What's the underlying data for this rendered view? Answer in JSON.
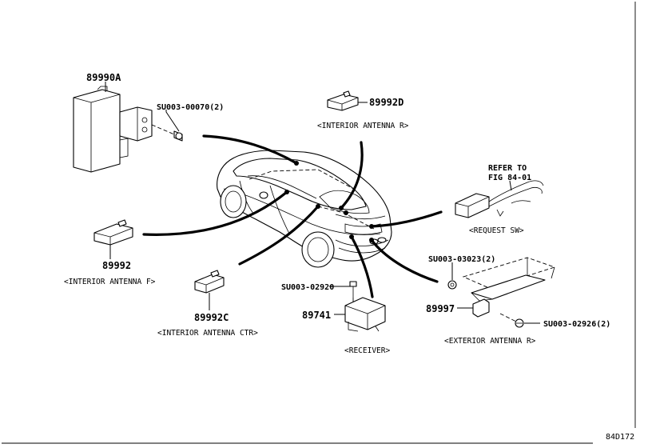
{
  "parts": [
    {
      "id": "ecu",
      "number": "89990A",
      "hardware": "SU003-00070(2)"
    },
    {
      "id": "ant-r",
      "number": "89992D",
      "caption": "<INTERIOR ANTENNA R>"
    },
    {
      "id": "ant-f",
      "number": "89992",
      "caption": "<INTERIOR ANTENNA F>"
    },
    {
      "id": "ant-ctr",
      "number": "89992C",
      "caption": "<INTERIOR ANTENNA CTR>"
    },
    {
      "id": "receiver",
      "number": "89741",
      "hardware": "SU003-02920",
      "caption": "<RECEIVER>"
    },
    {
      "id": "request-sw",
      "caption": "<REQUEST SW>",
      "refer_line1": "REFER TO",
      "refer_line2": "FIG 84-01"
    },
    {
      "id": "ext-ant",
      "number": "89997",
      "hardware_top": "SU003-03023(2)",
      "hardware_bottom": "SU003-02926(2)",
      "caption": "<EXTERIOR ANTENNA R>"
    }
  ],
  "diagram_id": "84D172"
}
